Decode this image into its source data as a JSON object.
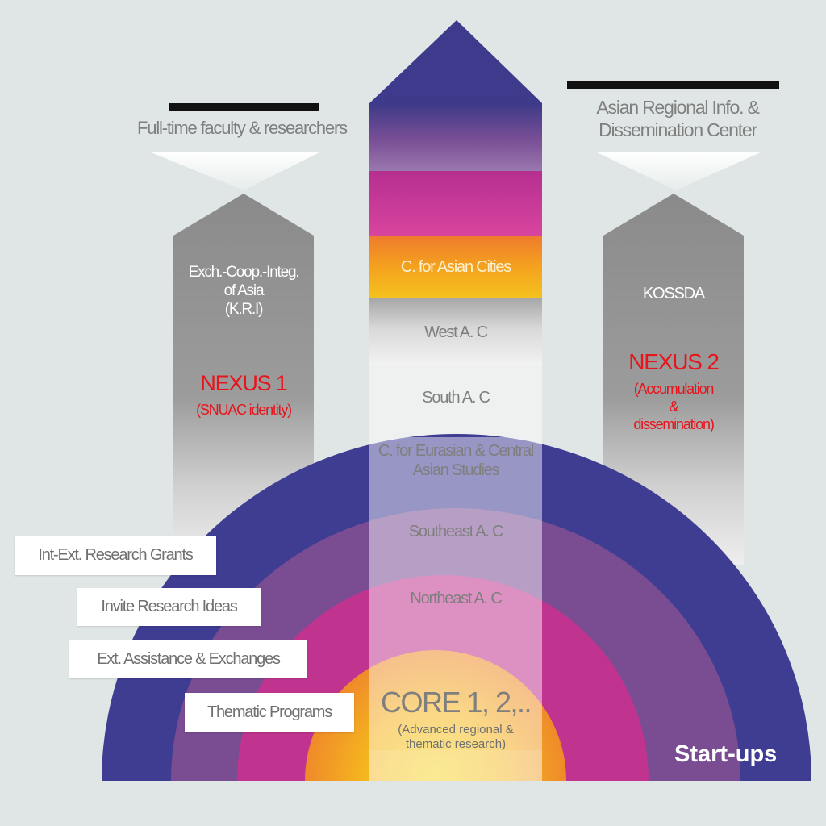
{
  "left_column": {
    "header": "Full-time faculty & researchers",
    "lines": [
      "Exch.-Coop.-Integ.",
      "of Asia",
      "(K.R.I)"
    ],
    "nexus_title": "NEXUS 1",
    "nexus_sub": "(SNUAC identity)"
  },
  "right_column": {
    "header_lines": [
      "Asian Regional Info. &",
      "Dissemination Center"
    ],
    "label": "KOSSDA",
    "nexus_title": "NEXUS 2",
    "nexus_sub_lines": [
      "(Accumulation",
      "&",
      "dissemination)"
    ]
  },
  "center_column": {
    "segments": [
      "C. for Asian Cities",
      "West A. C",
      "South A. C",
      [
        "C. for Eurasian & Central",
        "Asian Studies"
      ],
      "Southeast A. C",
      "Northeast A. C"
    ],
    "core_title": "CORE 1, 2,..",
    "core_sub_lines": [
      "(Advanced regional &",
      "thematic research)"
    ]
  },
  "left_boxes": [
    "Int-Ext. Research Grants",
    "Invite Research Ideas",
    "Ext. Assistance & Exchanges",
    "Thematic Programs"
  ],
  "startups_label": "Start-ups",
  "colors": {
    "background": "#dfe6e5",
    "arc_outer": "#3f3d92",
    "arc_second": "#7a4d93",
    "arc_third": "#c0348f",
    "core_orange": "#f2a020",
    "core_yellow": "#f4cc24",
    "nexus_red": "#e8141c",
    "grey_column": "#828282"
  }
}
